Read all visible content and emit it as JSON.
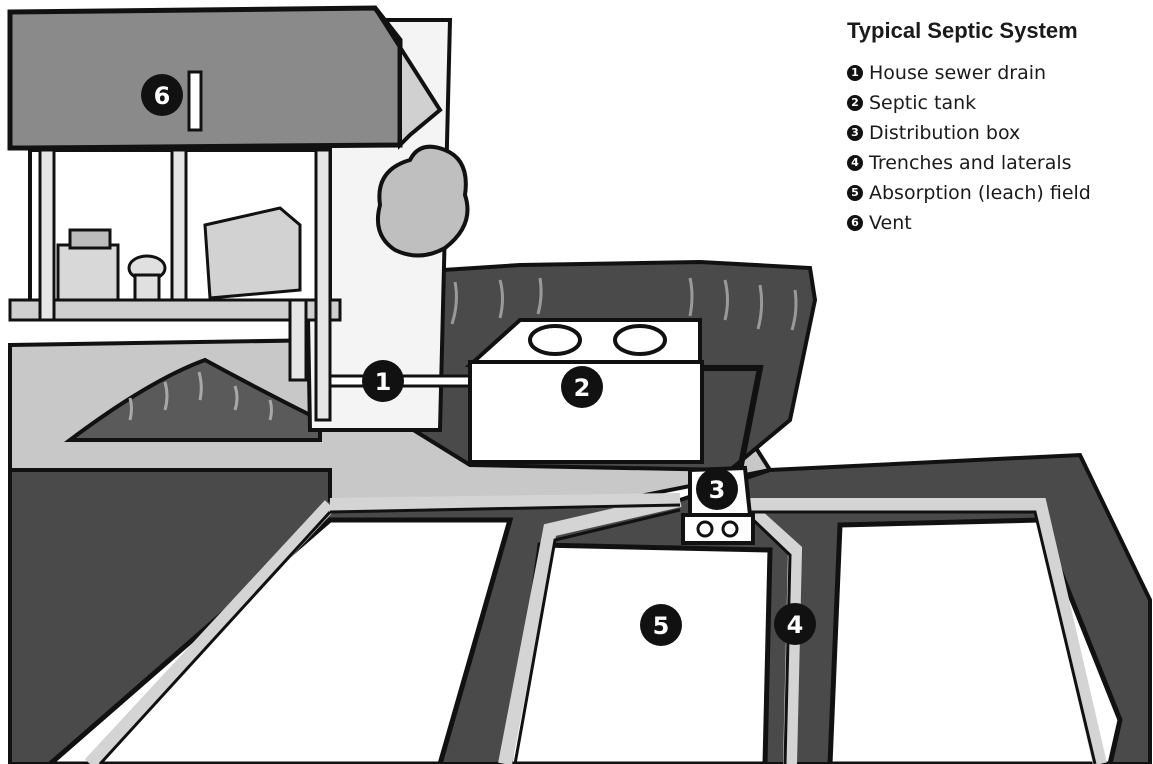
{
  "legend": {
    "title": "Typical Septic System",
    "items": [
      {
        "num": "1",
        "label": "House sewer drain"
      },
      {
        "num": "2",
        "label": "Septic tank"
      },
      {
        "num": "3",
        "label": "Distribution box"
      },
      {
        "num": "4",
        "label": "Trenches and laterals"
      },
      {
        "num": "5",
        "label": "Absorption (leach) field"
      },
      {
        "num": "6",
        "label": "Vent"
      }
    ]
  },
  "markers": [
    "1",
    "2",
    "3",
    "4",
    "5",
    "6"
  ],
  "colors": {
    "roof": "#8a8a8a",
    "dark_soil": "#4a4a4a",
    "light_ground": "#bdbdbd",
    "gravel": "#d9d9d9",
    "outline": "#111111"
  }
}
